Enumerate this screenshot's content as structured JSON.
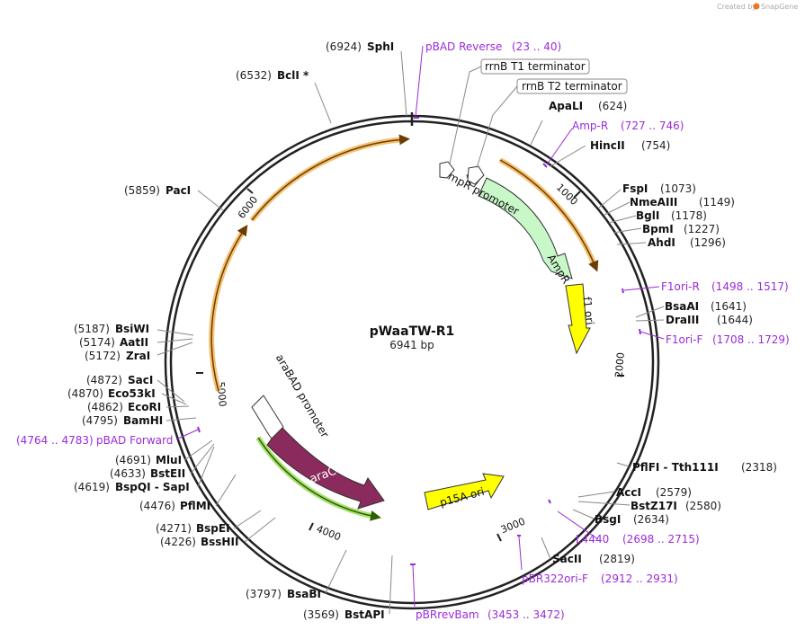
{
  "watermark": {
    "created_by": "Created by",
    "brand": "SnapGene"
  },
  "plasmid": {
    "name": "pWaaTW-R1",
    "size": "6941 bp"
  },
  "ticks": [
    "1000",
    "2000",
    "3000",
    "4000",
    "5000",
    "6000"
  ],
  "features": {
    "ampr_promoter": "AmpR promoter",
    "ampr": "AmpR",
    "f1_ori": "f1 ori",
    "arabad_promoter": "araBAD promoter",
    "arac": "araC",
    "p15a_ori": "p15A ori",
    "rrnb_t1": "rrnB T1 terminator",
    "rrnb_t2": "rrnB T2 terminator"
  },
  "sites": [
    {
      "pos": "(6924)",
      "name": "SphI"
    },
    {
      "pos": "(6532)",
      "name": "BclI *"
    },
    {
      "pos": "(5859)",
      "name": "PacI"
    },
    {
      "pos": "(5187)",
      "name": "BsiWI"
    },
    {
      "pos": "(5174)",
      "name": "AatII"
    },
    {
      "pos": "(5172)",
      "name": "ZraI"
    },
    {
      "pos": "(4872)",
      "name": "SacI"
    },
    {
      "pos": "(4870)",
      "name": "Eco53kI"
    },
    {
      "pos": "(4862)",
      "name": "EcoRI"
    },
    {
      "pos": "(4795)",
      "name": "BamHI"
    },
    {
      "pos": "(4691)",
      "name": "MluI"
    },
    {
      "pos": "(4633)",
      "name": "BstEII"
    },
    {
      "pos": "(4619)",
      "name": "BspQI  - SapI"
    },
    {
      "pos": "(4476)",
      "name": "PflMI"
    },
    {
      "pos": "(4271)",
      "name": "BspEI"
    },
    {
      "pos": "(4226)",
      "name": "BssHII"
    },
    {
      "pos": "(3797)",
      "name": "BsaBI"
    },
    {
      "pos": "(3569)",
      "name": "BstAPI"
    },
    {
      "pos": "(624)",
      "name": "ApaLI"
    },
    {
      "pos": "(754)",
      "name": "HincII"
    },
    {
      "pos": "(1073)",
      "name": "FspI"
    },
    {
      "pos": "(1149)",
      "name": "NmeAIII"
    },
    {
      "pos": "(1178)",
      "name": "BglI"
    },
    {
      "pos": "(1227)",
      "name": "BpmI"
    },
    {
      "pos": "(1296)",
      "name": "AhdI"
    },
    {
      "pos": "(1641)",
      "name": "BsaAI"
    },
    {
      "pos": "(1644)",
      "name": "DraIII"
    },
    {
      "pos": "(2318)",
      "name": "PflFI  - Tth111I"
    },
    {
      "pos": "(2579)",
      "name": "AccI"
    },
    {
      "pos": "(2580)",
      "name": "BstZ17I"
    },
    {
      "pos": "(2634)",
      "name": "BsgI"
    },
    {
      "pos": "(2819)",
      "name": "SacII"
    }
  ],
  "primers": [
    {
      "name": "pBAD Reverse",
      "range": "(23 .. 40)"
    },
    {
      "name": "Amp-R",
      "range": "(727 .. 746)"
    },
    {
      "name": "F1ori-R",
      "range": "(1498 .. 1517)"
    },
    {
      "name": "F1ori-F",
      "range": "(1708 .. 1729)"
    },
    {
      "name": "L4440",
      "range": "(2698 .. 2715)"
    },
    {
      "name": "pBR322ori-F",
      "range": "(2912 .. 2931)"
    },
    {
      "name": "pBRrevBam",
      "range": "(3453 .. 3472)"
    },
    {
      "name": "pBAD Forward",
      "range": "(4764 .. 4783)"
    }
  ],
  "colors": {
    "ampr": "#c8f7c8",
    "f1_ori": "#ffff00",
    "p15a_ori": "#ffff00",
    "arac": "#8b2a5c",
    "primer": "#9b2bd6",
    "backbone": "#222222",
    "orange_arrow": "#f5c070",
    "green_arrow": "#a8e070"
  }
}
